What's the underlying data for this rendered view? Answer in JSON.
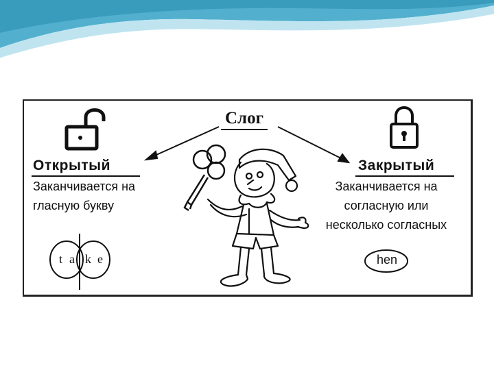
{
  "diagram": {
    "root_label": "Слог",
    "open": {
      "title": "Открытый",
      "desc_line1": "Заканчивается на",
      "desc_line2": "гласную букву",
      "example_letters": [
        "t",
        "a",
        "k",
        "e"
      ]
    },
    "closed": {
      "title": "Закрытый",
      "desc_line1": "Заканчивается на",
      "desc_line2": "согласную или",
      "desc_line3": "несколько согласных",
      "example_word": "hen"
    }
  },
  "colors": {
    "wave_dark": "#3fa7c9",
    "wave_light": "#bfe4f0",
    "ink": "#111111"
  },
  "icons": [
    "open-padlock-icon",
    "closed-padlock-icon",
    "key-icon",
    "pinocchio-illustration"
  ]
}
